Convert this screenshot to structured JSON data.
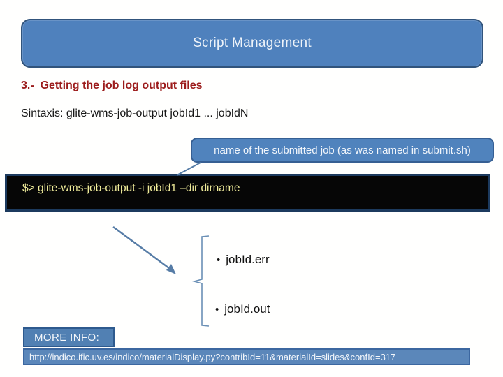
{
  "slide": {
    "title": "Script Management",
    "heading": "3.-  Getting the job log output files",
    "syntax_line": "Sintaxis: glite-wms-job-output jobId1 ... jobIdN",
    "callout_text": "name of the submitted job (as was named in submit.sh)",
    "terminal_command": "$> glite-wms-job-output -i jobId1 –dir dirname",
    "outputs": [
      {
        "bullet": "•",
        "label": "jobId.err"
      },
      {
        "bullet": "•",
        "label": "jobId.out"
      }
    ],
    "more_info_label": "MORE INFO:",
    "url": "http://indico.ific.uv.es/indico/materialDisplay.py?contribId=11&materialId=slides&confId=317",
    "graphics": {
      "connector": "callout-tail-line",
      "arrow": "down-right-arrow",
      "bracket": "left-curly-bracket"
    },
    "colors": {
      "accent_blue": "#4f81bd",
      "callout_blue": "#5083bd",
      "dark_navy_border": "#1c3a5e",
      "terminal_black": "#060606",
      "command_yellow": "#f1ed9b",
      "heading_red": "#9c1c1c",
      "connector_steel_blue": "#567ca6",
      "url_bar_blue": "#5b87ba"
    }
  }
}
